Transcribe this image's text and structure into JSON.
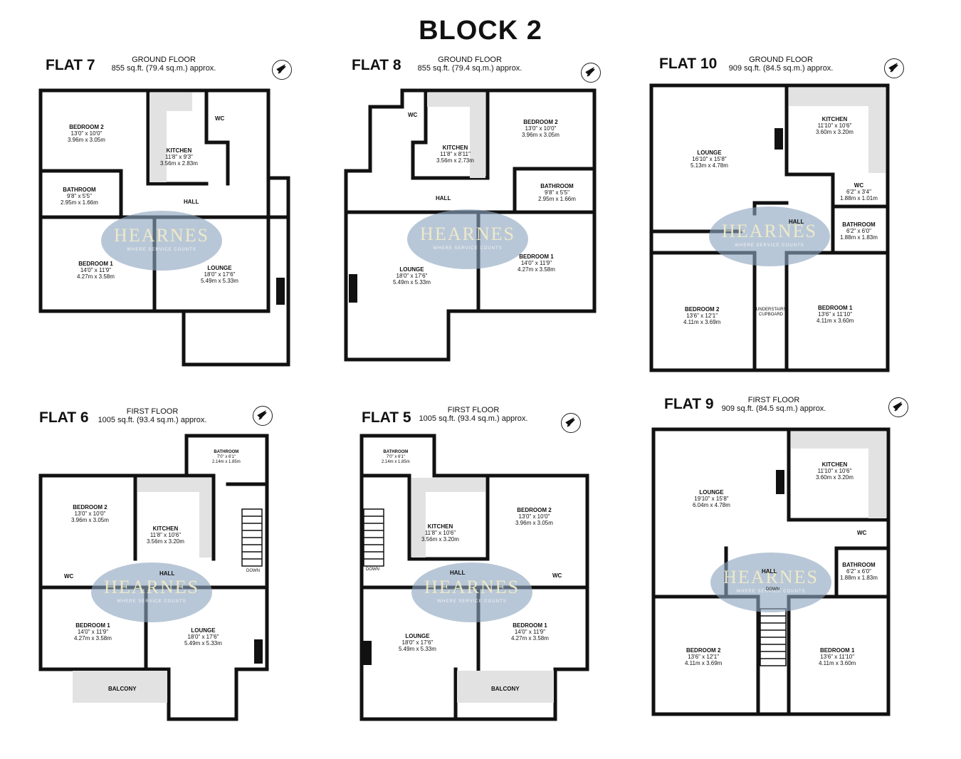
{
  "title": "BLOCK 2",
  "watermark": {
    "brand": "HEARNES",
    "tagline": "WHERE SERVICE COUNTS"
  },
  "flats": [
    {
      "label": "FLAT 7",
      "floor": "GROUND FLOOR",
      "area": "855 sq.ft. (79.4 sq.m.) approx.",
      "rooms": [
        {
          "name": "BEDROOM 2",
          "dim1": "13'0\" x 10'0\"",
          "dim2": "3.96m x 3.05m"
        },
        {
          "name": "KITCHEN",
          "dim1": "11'8\" x 9'3\"",
          "dim2": "3.56m x 2.83m"
        },
        {
          "name": "WC",
          "dim1": "",
          "dim2": ""
        },
        {
          "name": "BATHROOM",
          "dim1": "9'8\" x 5'5\"",
          "dim2": "2.95m x 1.66m"
        },
        {
          "name": "HALL",
          "dim1": "",
          "dim2": ""
        },
        {
          "name": "BEDROOM 1",
          "dim1": "14'0\" x 11'9\"",
          "dim2": "4.27m x 3.58m"
        },
        {
          "name": "LOUNGE",
          "dim1": "18'0\" x 17'6\"",
          "dim2": "5.49m x 5.33m"
        }
      ]
    },
    {
      "label": "FLAT 8",
      "floor": "GROUND FLOOR",
      "area": "855 sq.ft. (79.4 sq.m.) approx.",
      "rooms": [
        {
          "name": "WC",
          "dim1": "",
          "dim2": ""
        },
        {
          "name": "KITCHEN",
          "dim1": "11'8\" x 8'11\"",
          "dim2": "3.56m x 2.73m"
        },
        {
          "name": "BEDROOM 2",
          "dim1": "13'0\" x 10'0\"",
          "dim2": "3.96m x 3.05m"
        },
        {
          "name": "BATHROOM",
          "dim1": "9'8\" x 5'5\"",
          "dim2": "2.95m x 1.66m"
        },
        {
          "name": "HALL",
          "dim1": "",
          "dim2": ""
        },
        {
          "name": "LOUNGE",
          "dim1": "18'0\" x 17'6\"",
          "dim2": "5.49m x 5.33m"
        },
        {
          "name": "BEDROOM 1",
          "dim1": "14'0\" x 11'9\"",
          "dim2": "4.27m x 3.58m"
        }
      ]
    },
    {
      "label": "FLAT 10",
      "floor": "GROUND FLOOR",
      "area": "909 sq.ft. (84.5 sq.m.) approx.",
      "rooms": [
        {
          "name": "LOUNGE",
          "dim1": "16'10\" x 15'8\"",
          "dim2": "5.13m x 4.78m"
        },
        {
          "name": "KITCHEN",
          "dim1": "11'10\" x 10'6\"",
          "dim2": "3.60m x 3.20m"
        },
        {
          "name": "WC",
          "dim1": "6'2\" x 3'4\"",
          "dim2": "1.88m x 1.01m"
        },
        {
          "name": "HALL",
          "dim1": "",
          "dim2": ""
        },
        {
          "name": "BATHROOM",
          "dim1": "6'2\" x 6'0\"",
          "dim2": "1.88m x 1.83m"
        },
        {
          "name": "BEDROOM 2",
          "dim1": "13'6\" x 12'1\"",
          "dim2": "4.11m x 3.69m"
        },
        {
          "name": "UNDERSTAIRS CUPBOARD",
          "dim1": "",
          "dim2": ""
        },
        {
          "name": "BEDROOM 1",
          "dim1": "13'6\" x 11'10\"",
          "dim2": "4.11m x 3.60m"
        }
      ]
    },
    {
      "label": "FLAT 6",
      "floor": "FIRST FLOOR",
      "area": "1005 sq.ft. (93.4 sq.m.) approx.",
      "rooms": [
        {
          "name": "BATHROOM",
          "dim1": "7'0\" x 6'1\"",
          "dim2": "2.14m x 1.85m"
        },
        {
          "name": "BEDROOM 2",
          "dim1": "13'0\" x 10'0\"",
          "dim2": "3.96m x 3.05m"
        },
        {
          "name": "KITCHEN",
          "dim1": "11'8\" x 10'6\"",
          "dim2": "3.56m x 3.20m"
        },
        {
          "name": "DOWN",
          "dim1": "",
          "dim2": ""
        },
        {
          "name": "WC",
          "dim1": "",
          "dim2": ""
        },
        {
          "name": "HALL",
          "dim1": "",
          "dim2": ""
        },
        {
          "name": "BEDROOM 1",
          "dim1": "14'0\" x 11'9\"",
          "dim2": "4.27m x 3.58m"
        },
        {
          "name": "LOUNGE",
          "dim1": "18'0\" x 17'6\"",
          "dim2": "5.49m x 5.33m"
        },
        {
          "name": "BALCONY",
          "dim1": "",
          "dim2": ""
        }
      ]
    },
    {
      "label": "FLAT 5",
      "floor": "FIRST FLOOR",
      "area": "1005 sq.ft. (93.4 sq.m.) approx.",
      "rooms": [
        {
          "name": "BATHROOM",
          "dim1": "7'0\" x 6'1\"",
          "dim2": "2.14m x 1.85m"
        },
        {
          "name": "KITCHEN",
          "dim1": "11'8\" x 10'6\"",
          "dim2": "3.56m x 3.20m"
        },
        {
          "name": "BEDROOM 2",
          "dim1": "13'0\" x 10'0\"",
          "dim2": "3.96m x 3.05m"
        },
        {
          "name": "DOWN",
          "dim1": "",
          "dim2": ""
        },
        {
          "name": "HALL",
          "dim1": "",
          "dim2": ""
        },
        {
          "name": "WC",
          "dim1": "",
          "dim2": ""
        },
        {
          "name": "LOUNGE",
          "dim1": "18'0\" x 17'6\"",
          "dim2": "5.49m x 5.33m"
        },
        {
          "name": "BEDROOM 1",
          "dim1": "14'0\" x 11'9\"",
          "dim2": "4.27m x 3.58m"
        },
        {
          "name": "BALCONY",
          "dim1": "",
          "dim2": ""
        }
      ]
    },
    {
      "label": "FLAT 9",
      "floor": "FIRST FLOOR",
      "area": "909 sq.ft. (84.5 sq.m.) approx.",
      "rooms": [
        {
          "name": "LOUNGE",
          "dim1": "19'10\" x 15'8\"",
          "dim2": "6.04m x 4.78m"
        },
        {
          "name": "KITCHEN",
          "dim1": "11'10\" x 10'6\"",
          "dim2": "3.60m x 3.20m"
        },
        {
          "name": "WC",
          "dim1": "",
          "dim2": ""
        },
        {
          "name": "HALL",
          "dim1": "",
          "dim2": ""
        },
        {
          "name": "DOWN",
          "dim1": "",
          "dim2": ""
        },
        {
          "name": "BATHROOM",
          "dim1": "6'2\" x 6'0\"",
          "dim2": "1.88m x 1.83m"
        },
        {
          "name": "BEDROOM 2",
          "dim1": "13'6\" x 12'1\"",
          "dim2": "4.11m x 3.69m"
        },
        {
          "name": "BEDROOM 1",
          "dim1": "13'6\" x 11'10\"",
          "dim2": "4.11m x 3.60m"
        }
      ]
    }
  ]
}
